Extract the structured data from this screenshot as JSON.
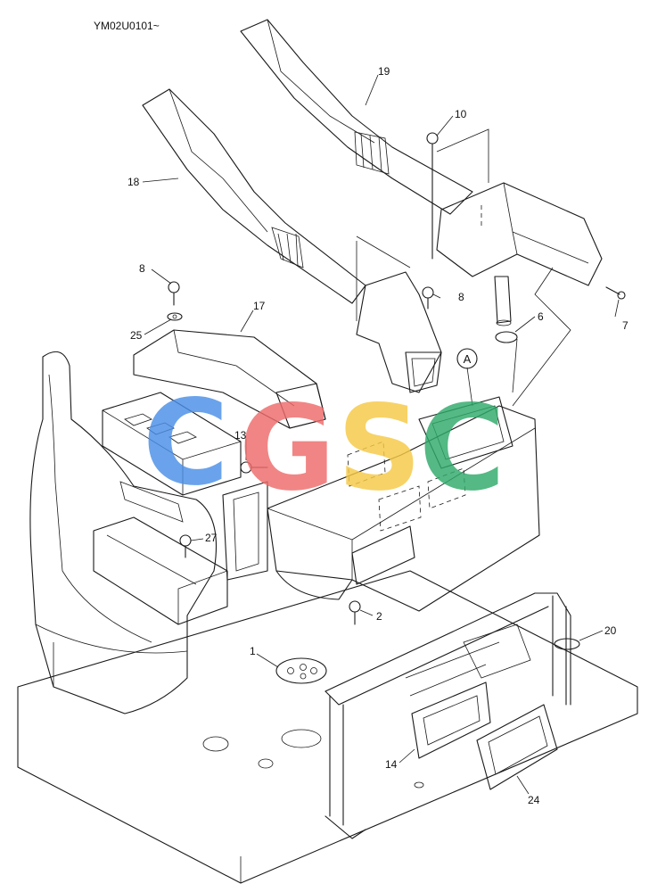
{
  "doc_code": "YM02U0101~",
  "view_label": "A",
  "watermark": {
    "letters": [
      "C",
      "G",
      "S",
      "C"
    ],
    "colors": [
      "#4a8fe7",
      "#ef6b6b",
      "#f6c945",
      "#2faa6a"
    ]
  },
  "callouts": {
    "p1": "1",
    "p2": "2",
    "p6": "6",
    "p7": "7",
    "p8a": "8",
    "p8b": "8",
    "p10": "10",
    "p13": "13",
    "p14": "14",
    "p17": "17",
    "p18": "18",
    "p19": "19",
    "p20": "20",
    "p24": "24",
    "p25": "25",
    "p27": "27"
  }
}
